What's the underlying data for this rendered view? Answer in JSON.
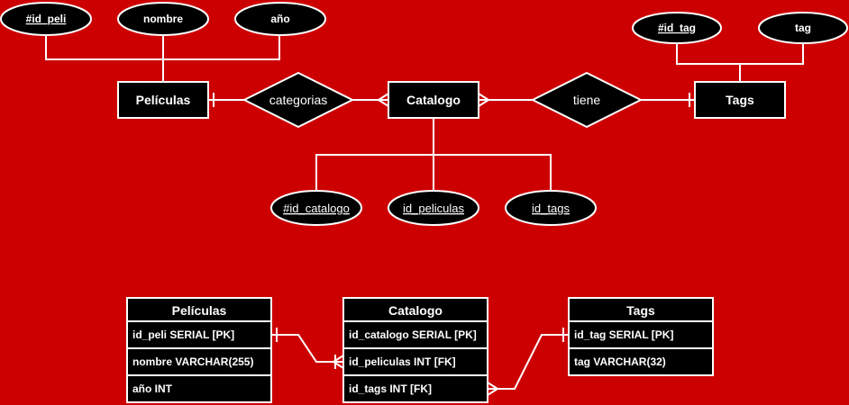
{
  "colors": {
    "background": "#cc0000",
    "shape_fill": "#000000",
    "stroke": "#ffffff",
    "text": "#ffffff"
  },
  "er": {
    "entities": {
      "peliculas": "Películas",
      "catalogo": "Catalogo",
      "tags": "Tags"
    },
    "relationships": {
      "categorias": "categorias",
      "tiene": "tiene"
    },
    "attributes": {
      "id_peli": "#id_peli",
      "nombre": "nombre",
      "anio": "año",
      "id_tag": "#id_tag",
      "tag": "tag",
      "id_catalogo": "#id_catalogo",
      "id_peliculas": "id_peliculas",
      "id_tags": "id_tags"
    }
  },
  "tables": {
    "peliculas": {
      "title": "Películas",
      "rows": [
        "id_peli SERIAL [PK]",
        "nombre VARCHAR(255)",
        "año INT"
      ]
    },
    "catalogo": {
      "title": "Catalogo",
      "rows": [
        "id_catalogo SERIAL [PK]",
        "id_peliculas INT [FK]",
        "id_tags INT [FK]"
      ]
    },
    "tags": {
      "title": "Tags",
      "rows": [
        "id_tag SERIAL [PK]",
        "tag VARCHAR(32)"
      ]
    }
  }
}
